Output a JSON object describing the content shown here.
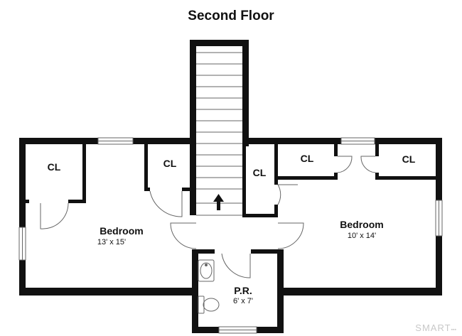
{
  "title": "Second Floor",
  "rooms": {
    "bedroom_left": {
      "name": "Bedroom",
      "dims": "13' x 15'"
    },
    "bedroom_right": {
      "name": "Bedroom",
      "dims": "10' x 14'"
    },
    "powder_room": {
      "name": "P.R.",
      "dims": "6' x 7'"
    }
  },
  "closet_label": "CL",
  "brand": {
    "text": "SMART",
    "sub": "▪▪▪"
  },
  "colors": {
    "wall": "#111111",
    "line": "#666666",
    "background": "#ffffff"
  }
}
